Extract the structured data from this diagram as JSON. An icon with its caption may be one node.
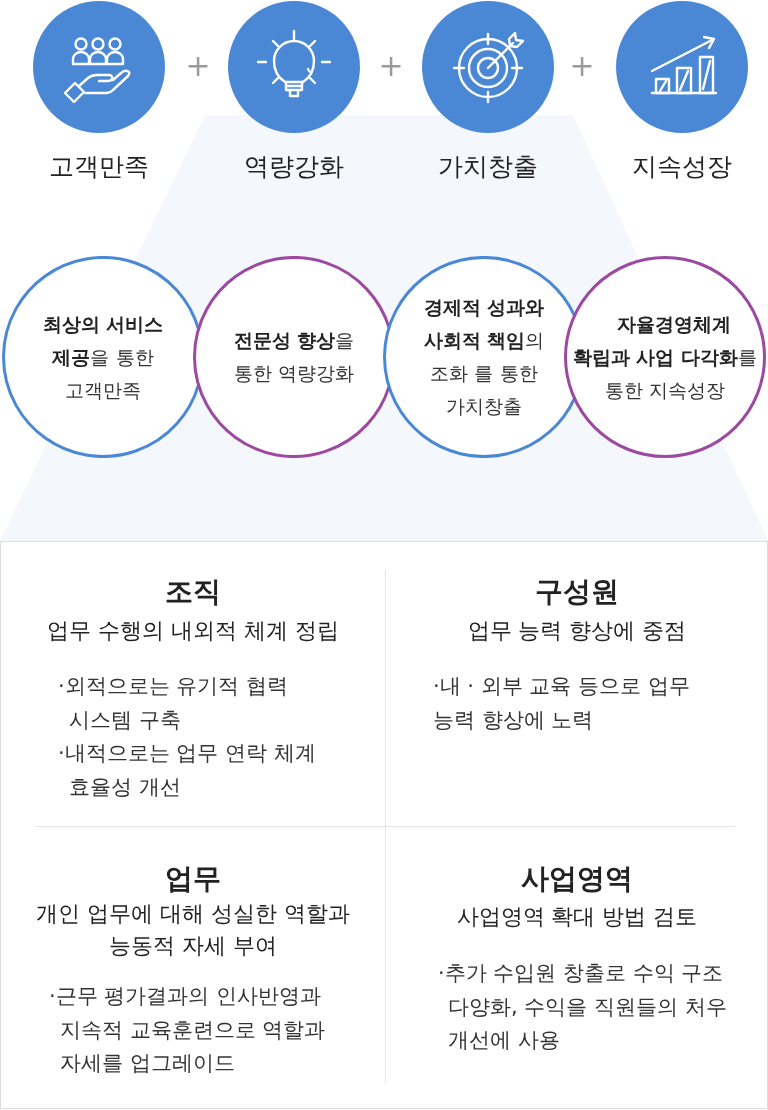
{
  "diagram": {
    "nodes": [
      {
        "text": [
          "고객만족"
        ]
      },
      {
        "text": [
          "역량강화"
        ]
      },
      {
        "text": [
          "가치창출"
        ]
      },
      {
        "text": [
          "지속성장"
        ]
      },
      {
        "text": [
          "**최상의 서비스 제공**을 통한 고객만족"
        ]
      },
      {
        "text": [
          "**전문성 향상**을 통한 역량강화"
        ]
      },
      {
        "text": [
          "**경제적 성과와 사회적 책임**의 조화 를 통한 가치창출"
        ]
      },
      {
        "text": [
          "**자율경영체계 확립과 사업 다각화**를 통한 지속성장"
        ]
      },
      {
        "text": [],
        "shape": "box"
      },
      {
        "text": [
          "조직",
          "업무 수행의 내외적 체계 정립",
          "·외적으로는 유기적 협력 시스템 구축",
          "·내적으로는 업무 연락 체계 효율성 개선"
        ],
        "in": 8
      },
      {
        "text": [
          "구성원",
          "업무 능력 향상에 중점",
          "·내 · 외부 교육 등으로 업무 능력 향상에 노력"
        ],
        "in": 8
      },
      {
        "text": [
          "업무",
          "개인 업무에 대해 성실한 역할과 능동적 자세 부여",
          "·근무 평가결과의 인사반영과 지속적 교육훈련으로 역할과 자세를 업그레이드"
        ],
        "in": 8
      },
      {
        "text": [
          "사업영역",
          "사업영역 확대 방법 검토",
          "·추가 수입원 창출로 수익 구조 다양화, 수익을 직원들의 처우 개선에 사용"
        ],
        "in": 8
      }
    ],
    "labels": [
      "+",
      "+",
      "+"
    ]
  }
}
